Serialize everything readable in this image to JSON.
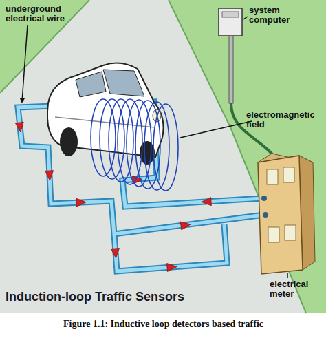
{
  "diagram": {
    "title": "Induction-loop Traffic Sensors",
    "caption": "Figure 1.1: Inductive loop detectors based traffic",
    "labels": [
      "underground electrical wire",
      "system computer",
      "electromagnetic field",
      "electrical meter"
    ]
  }
}
